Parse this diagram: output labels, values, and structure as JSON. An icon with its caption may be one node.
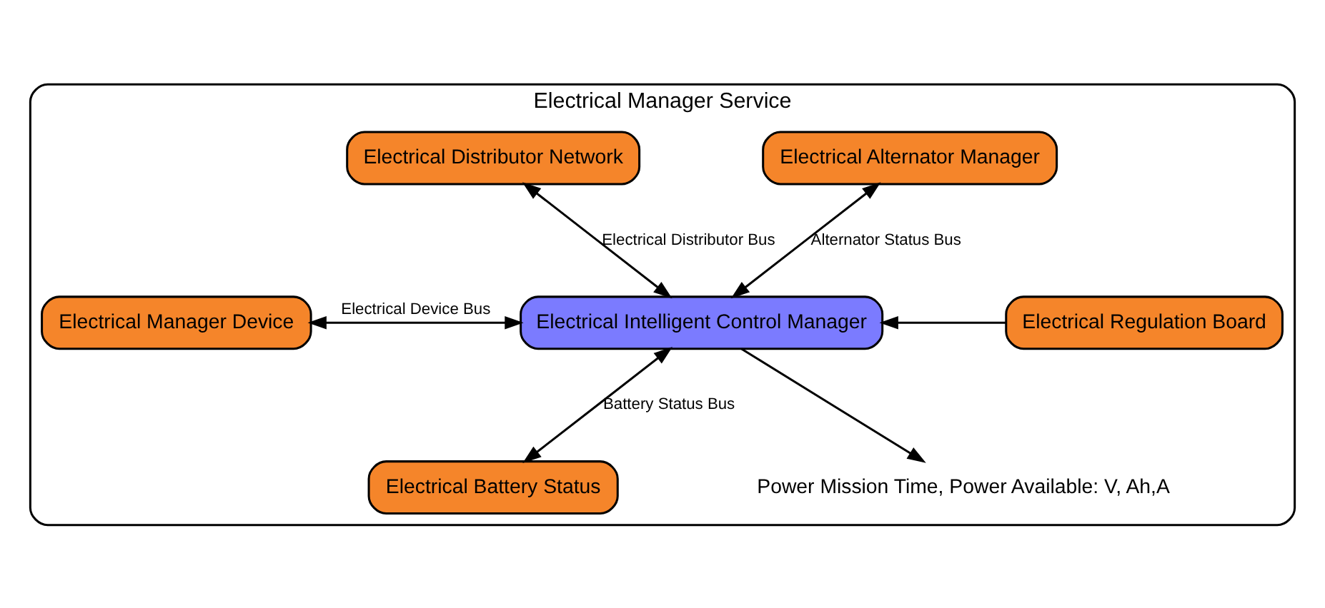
{
  "diagram": {
    "nodes": [
      {
        "text": [
          "Electrical Manager Service"
        ]
      },
      {
        "text": [
          "Electrical Distributor Network"
        ],
        "in": 0
      },
      {
        "text": [
          "Electrical Alternator Manager"
        ],
        "in": 0
      },
      {
        "text": [
          "Electrical Manager Device"
        ],
        "in": 0
      },
      {
        "text": [
          "Electrical Intelligent Control Manager"
        ],
        "in": 0
      },
      {
        "text": [
          "Electrical Regulation Board"
        ],
        "in": 0
      },
      {
        "text": [
          "Electrical Battery Status"
        ],
        "in": 0
      },
      {
        "text": [
          "Power Mission Time, Power Available: V, Ah,A"
        ],
        "in": 0
      }
    ],
    "edges": [
      {
        "from": 1,
        "to": 4,
        "arrow": "both",
        "label": "Electrical Distributor Bus"
      },
      {
        "from": 2,
        "to": 4,
        "arrow": "both",
        "label": "Alternator Status Bus"
      },
      {
        "from": 3,
        "to": 4,
        "arrow": "both",
        "label": "Electrical Device Bus"
      },
      {
        "from": 6,
        "to": 4,
        "arrow": "both",
        "label": "Battery Status Bus"
      },
      {
        "from": 5,
        "to": 4,
        "arrow": "to"
      },
      {
        "from": 4,
        "to": 7,
        "arrow": "to"
      }
    ]
  }
}
